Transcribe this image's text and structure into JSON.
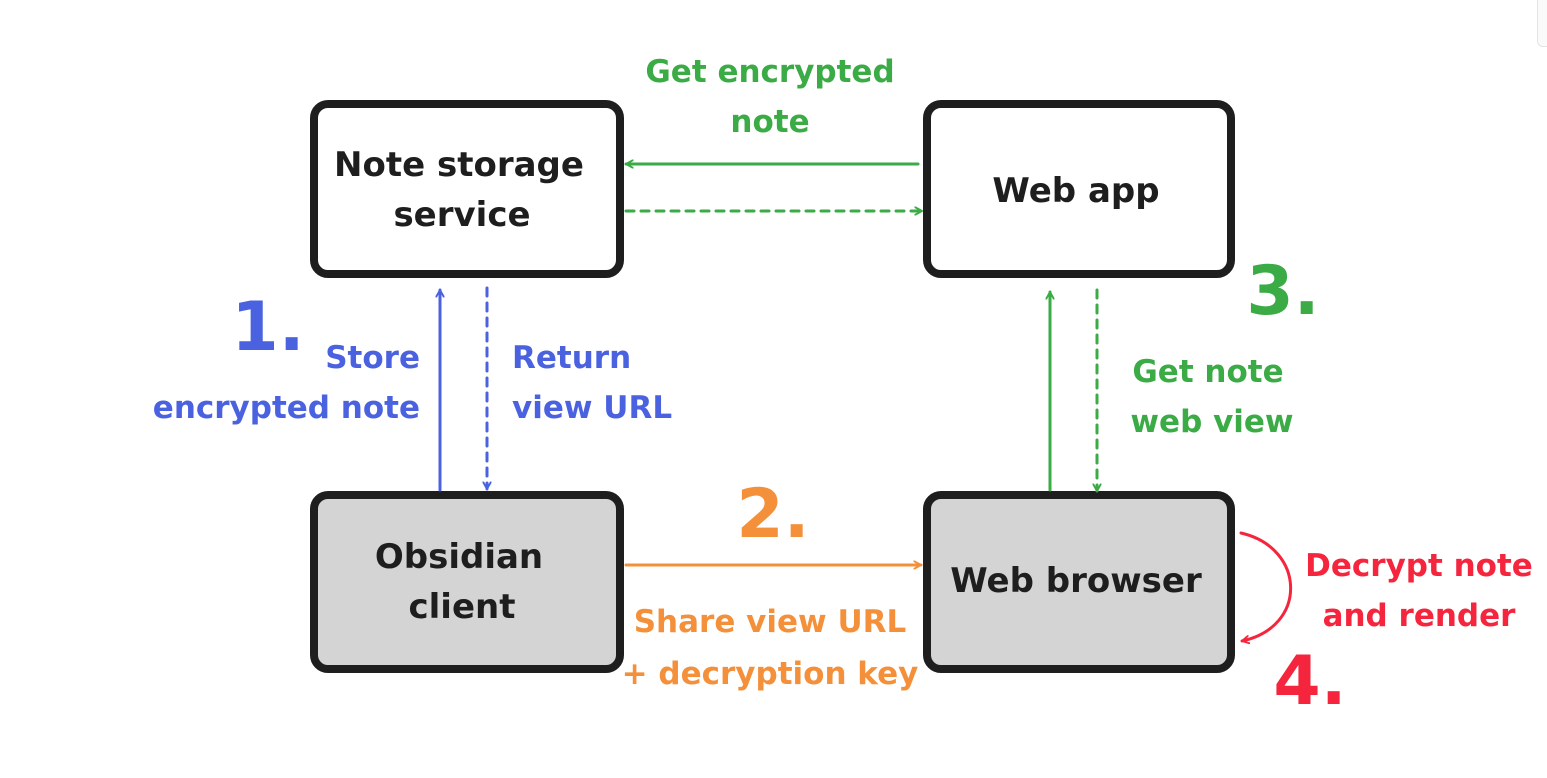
{
  "colors": {
    "blue": "#4a62e0",
    "orange": "#f4903a",
    "green": "#3bab45",
    "red": "#f4253d",
    "box_white": "#ffffff",
    "box_gray": "#d4d4d4",
    "stroke": "#1e1e1e"
  },
  "nodes": {
    "note_storage": {
      "line1": "Note storage",
      "line2": "service"
    },
    "web_app": {
      "line1": "Web app"
    },
    "obsidian_client": {
      "line1": "Obsidian",
      "line2": "client"
    },
    "web_browser": {
      "line1": "Web browser"
    }
  },
  "edges": {
    "store_note": {
      "line1": "Store",
      "line2": "encrypted note"
    },
    "return_url": {
      "line1": "Return",
      "line2": "view URL"
    },
    "share_url": {
      "line1": "Share view URL",
      "line2": "+ decryption key"
    },
    "get_encrypted": {
      "line1": "Get encrypted",
      "line2": "note"
    },
    "get_web_view": {
      "line1": "Get note",
      "line2": "web view"
    },
    "decrypt": {
      "line1": "Decrypt note",
      "line2": "and render"
    }
  },
  "steps": {
    "one": "1.",
    "two": "2.",
    "three": "3.",
    "four": "4."
  }
}
